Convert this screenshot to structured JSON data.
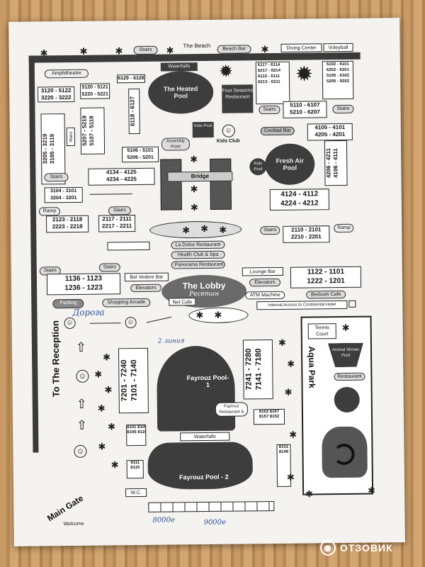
{
  "top": {
    "beach": "The Beach",
    "beach_bar": "Beach Bar",
    "stairs": "Stairs",
    "diving": "Diving Center",
    "volleyball": "Voleyball"
  },
  "left": {
    "amphitheatre": "Amphitheatre",
    "stairs": "Stairs",
    "ramp": "Ramp",
    "parking": "Parking"
  },
  "pool_area": {
    "waterfalls": "Waterfalls",
    "heated_pool": "The Heated Pool",
    "four_seasons": "Four Seasons Restaurant",
    "kids_pool": "Kids Pool",
    "kids_club": "Kids Club",
    "cocktail_bar": "Cocktail Bar",
    "fresh_air_pool": "Fresh Air Pool",
    "kids": "Kids Pool",
    "assembly": "Assembly Point",
    "bridge": "Bridge",
    "stairs": "Stairs",
    "ramp": "Ramp"
  },
  "rooms": {
    "r3120": "3120 - 5122",
    "r3220": "3220 - 3222",
    "r5120": "5120 - 5121",
    "r5220": "5220 - 5221",
    "r6129": "6129 - 6128",
    "r6117": "6117 - 6114",
    "r6217": "6217 - 6214",
    "r6113": "6113 - 6111",
    "r6213": "6213 - 6211",
    "r5102": "5102 - 6101",
    "r6202": "6202 - 6201",
    "r5105": "5105 - 6102",
    "r5205": "5205 - 6202",
    "r5110": "5110 - 6107",
    "r5210": "5210 - 6207",
    "r3205": "3205 - 3219",
    "r3105": "3105 - 3119",
    "r5207": "5207 - 5219",
    "r5107": "5107 - 5119",
    "r6118": "6118 - 6127",
    "r5106": "5106 - 5101",
    "r5206": "5206 - 5201",
    "r4105": "4105 - 4101",
    "r4205": "4205 - 4201",
    "r4206": "4206 - 4211",
    "r4106": "4106 - 4111",
    "r4134": "4134 - 4125",
    "r4234": "4234 - 4225",
    "r3104": "3104 - 3101",
    "r3204": "3204 - 3201",
    "r4124": "4124 - 4112",
    "r4224": "4224 - 4212",
    "r2123": "2123 - 2118",
    "r2223": "2223 - 2218",
    "r2117": "2117 - 2111",
    "r2217": "2217 - 2211",
    "r2110": "2110 - 2101",
    "r2210": "2210 - 2201",
    "r1136": "1136 - 1123",
    "r1236": "1236 - 1223",
    "r1122": "1122 - 1101",
    "r1222": "1222 - 1201",
    "r7201": "7201 - 7240",
    "r7101": "7101 - 7140",
    "r7241": "7241 - 7280",
    "r7141": "7141 - 7180",
    "r8101": "8101 8105",
    "r8106": "8106 8110",
    "r8111": "8111 8115",
    "r8162": "8162 8167",
    "r8157": "8157 8152",
    "r8151": "8151 8146"
  },
  "center": {
    "la_dolce": "La Dolce Restaurant",
    "health_club": "Health Club & Spa",
    "panorama": "Panorama Restaurant",
    "belvedere": "Bel Vedere Bar",
    "stairs": "Stairs",
    "lobby": "The Lobby",
    "lobby_hw": "Ресепшн",
    "lounge_bar": "Lounge Bar",
    "elevators": "Elevators",
    "net_cafe": "Net Cafe",
    "atm": "ATM Machine",
    "shopping": "Shopping Arcade",
    "bedouin": "Bedouin Cafe",
    "internal": "Internal Access to Continental Hotel"
  },
  "lower": {
    "doroga_hw": "Дорога",
    "liniya_hw": "2 линия",
    "to_reception": "To The Reception",
    "main_gate": "Main Gate",
    "welcome": "Welcome",
    "fayrouz1": "Fayrouz Pool-1",
    "fayrouz2": "Fayrouz Pool - 2",
    "waterfalls": "Waterfalls",
    "fayrouz_rest": "Fayrouz Restaurant & Bar",
    "wc": "W.C.",
    "num1_hw": "8000е",
    "num2_hw": "9000е"
  },
  "aqua": {
    "title": "Aqua Park",
    "tennis": "Tennis Court",
    "animal": "Animal Shows Pool",
    "restaurant": "Restaurant"
  },
  "watermark": "ОТЗОВИК"
}
